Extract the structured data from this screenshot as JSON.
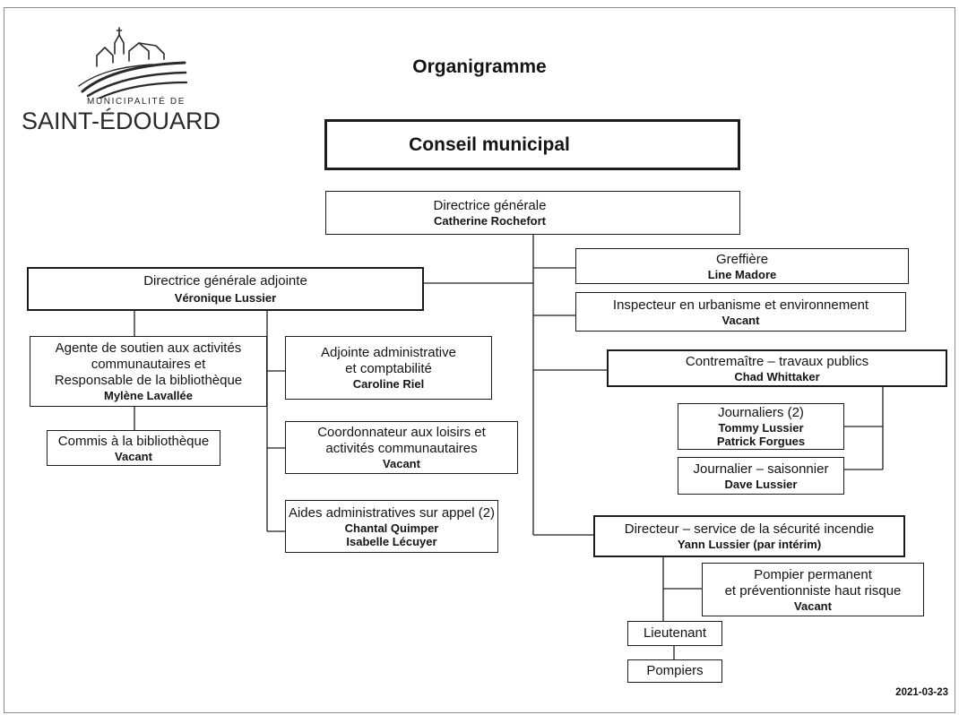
{
  "logo": {
    "icon": "village-church-hill-icon",
    "municipality_label": "MUNICIPALITÉ DE",
    "municipality_name": "SAINT-ÉDOUARD"
  },
  "title": "Organigramme",
  "date": "2021-03-23",
  "nodes": {
    "conseil": {
      "lines": [
        "Conseil municipal"
      ]
    },
    "directrice_generale": {
      "lines": [
        "Directrice générale"
      ],
      "names": [
        "Catherine Rochefort"
      ]
    },
    "directrice_generale_adjointe": {
      "lines": [
        "Directrice générale adjointe"
      ],
      "names": [
        "Véronique Lussier"
      ]
    },
    "greffiere": {
      "lines": [
        "Greffière"
      ],
      "names": [
        "Line Madore"
      ]
    },
    "inspecteur": {
      "lines": [
        "Inspecteur en urbanisme et environnement"
      ],
      "names": [
        "Vacant"
      ]
    },
    "contremaitre": {
      "lines": [
        "Contremaître – travaux publics"
      ],
      "names": [
        "Chad Whittaker"
      ]
    },
    "journaliers": {
      "lines": [
        "Journaliers (2)"
      ],
      "names": [
        "Tommy Lussier",
        "Patrick Forgues"
      ]
    },
    "journalier_saisonnier": {
      "lines": [
        "Journalier – saisonnier"
      ],
      "names": [
        "Dave Lussier"
      ]
    },
    "directeur_incendie": {
      "lines": [
        "Directeur – service de la sécurité incendie"
      ],
      "names": [
        "Yann Lussier (par intérim)"
      ]
    },
    "pompier_permanent": {
      "lines": [
        "Pompier permanent",
        "et préventionniste haut risque"
      ],
      "names": [
        "Vacant"
      ]
    },
    "lieutenant": {
      "lines": [
        "Lieutenant"
      ]
    },
    "pompiers": {
      "lines": [
        "Pompiers"
      ]
    },
    "agente_soutien": {
      "lines": [
        "Agente de soutien aux activités",
        "communautaires et",
        "Responsable de la bibliothèque"
      ],
      "names": [
        "Mylène Lavallée"
      ]
    },
    "commis_bibliotheque": {
      "lines": [
        "Commis à la bibliothèque"
      ],
      "names": [
        "Vacant"
      ]
    },
    "adjointe_administrative": {
      "lines": [
        "Adjointe administrative",
        "et comptabilité"
      ],
      "names": [
        "Caroline Riel"
      ]
    },
    "coordonnateur_loisirs": {
      "lines": [
        "Coordonnateur aux loisirs et",
        "activités communautaires"
      ],
      "names": [
        "Vacant"
      ]
    },
    "aides_administratives": {
      "lines": [
        "Aides administratives sur appel (2)"
      ],
      "names": [
        "Chantal Quimper",
        "Isabelle Lécuyer"
      ]
    }
  }
}
